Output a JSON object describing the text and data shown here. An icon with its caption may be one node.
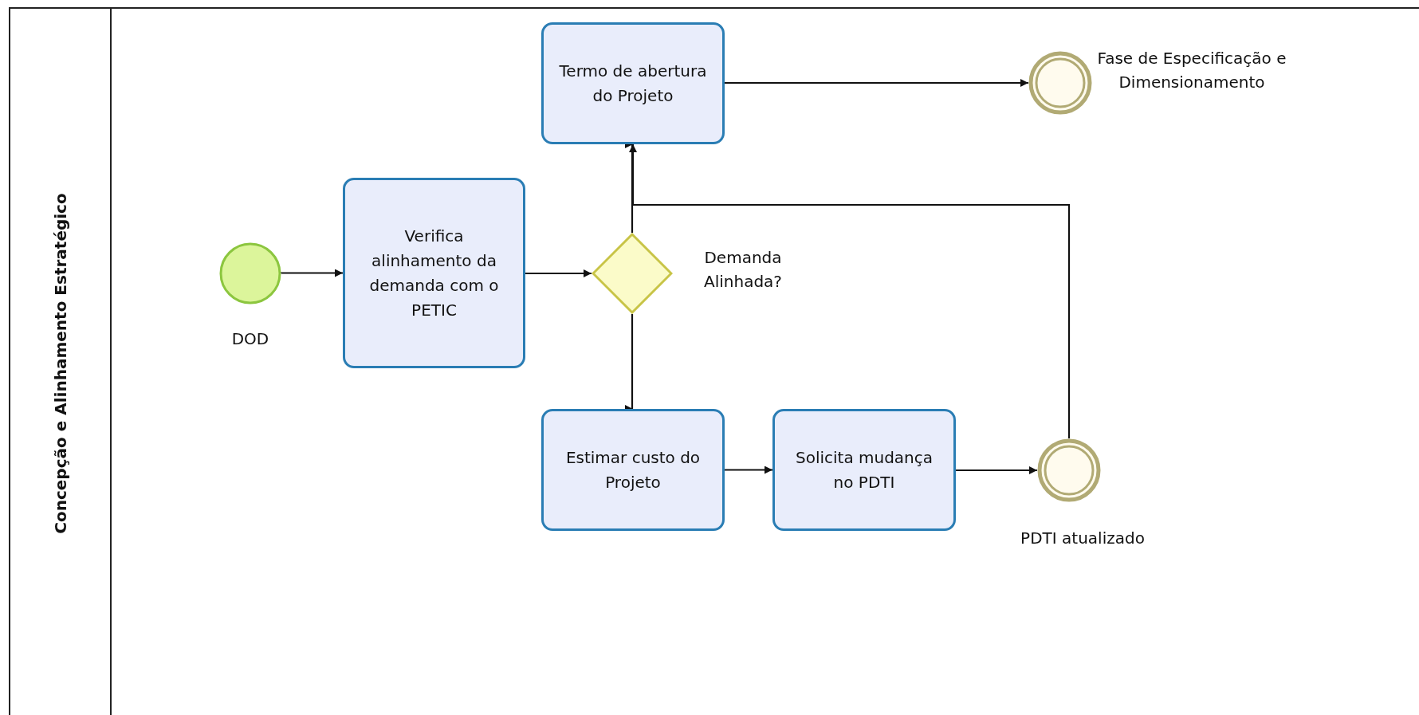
{
  "diagram": {
    "nodes": [
      {
        "text": [
          "Concepção e Alinhamento Estratégico"
        ]
      },
      {
        "text": [],
        "shape": "circle",
        "in": 0,
        "beside": [
          "DOD"
        ]
      },
      {
        "text": [
          "Verifica alinhamento da demanda com o PETIC"
        ],
        "in": 0
      },
      {
        "text": [],
        "shape": "diamond",
        "in": 0,
        "beside": [
          "Demanda Alinhada?"
        ]
      },
      {
        "text": [
          "Termo de abertura do Projeto"
        ],
        "in": 0
      },
      {
        "text": [],
        "shape": "circle",
        "in": 0,
        "beside": [
          "Fase de Especificação e Dimensionamento"
        ]
      },
      {
        "text": [
          "Estimar custo do Projeto"
        ],
        "in": 0
      },
      {
        "text": [
          "Solicita mudança no PDTI"
        ],
        "in": 0
      },
      {
        "text": [],
        "shape": "circle",
        "in": 0,
        "beside": [
          "PDTI atualizado"
        ]
      }
    ],
    "edges": [
      {
        "from": 1,
        "to": 2,
        "arrow": "to"
      },
      {
        "from": 2,
        "to": 3,
        "arrow": "to"
      },
      {
        "from": 3,
        "to": 4,
        "arrow": "to"
      },
      {
        "from": 3,
        "to": 6,
        "arrow": "to"
      },
      {
        "from": 4,
        "to": 5,
        "arrow": "to"
      },
      {
        "from": 6,
        "to": 7,
        "arrow": "to"
      },
      {
        "from": 7,
        "to": 8,
        "arrow": "to"
      },
      {
        "from": 8,
        "to": 4,
        "arrow": "to"
      }
    ]
  }
}
